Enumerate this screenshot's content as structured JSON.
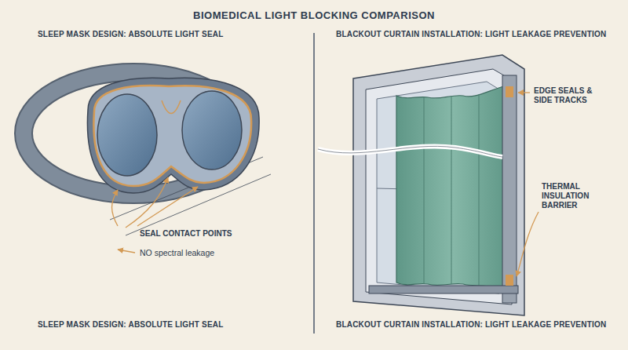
{
  "diagram": {
    "title": "BIOMEDICAL LIGHT BLOCKING COMPARISON",
    "labels": [
      "SLEEP MASK DESIGN: ABSOLUTE LIGHT SEAL",
      "BLACKOUT CURTAIN INSTALLATION: LIGHT LEAKAGE PREVENTION",
      "SEAL CONTACT POINTS",
      "NO spectral leakage",
      "EDGE SEALS & SIDE TRACKS",
      "THERMAL INSULATION BARRIER",
      "SLEEP MASK DESIGN: ABSOLUTE LIGHT SEAL",
      "BLACKOUT CURTAIN INSTALLATION: LIGHT LEAKAGE PREVENTION"
    ]
  }
}
